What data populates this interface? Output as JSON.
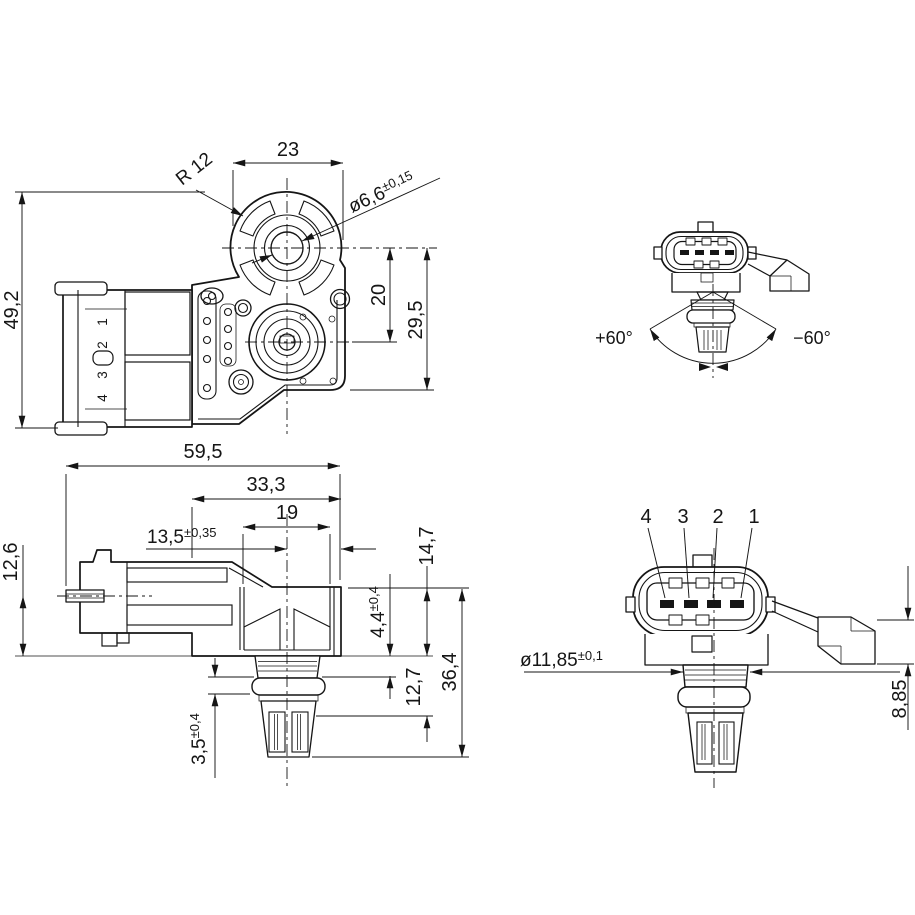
{
  "colors": {
    "ink": "#151515",
    "background": "#ffffff"
  },
  "top_view": {
    "dim_width": "23",
    "radius_label": "R 12",
    "hole_dia": "ø6,6",
    "hole_dia_tol": "±0,15",
    "dim_height": "49,2",
    "dim_hole_to_port": "20",
    "dim_hole_to_bottom": "29,5",
    "pin_labels": [
      "1",
      "2",
      "3",
      "4"
    ]
  },
  "angle_view": {
    "angle_plus": "+60°",
    "angle_minus": "−60°"
  },
  "side_view": {
    "dim_total_width": "59,5",
    "dim_body_width": "33,3",
    "dim_port_width": "19",
    "dim_center_to_edge": "13,5",
    "dim_center_to_edge_tol": "±0,35",
    "dim_connector_height": "12,6",
    "dim_flange_height": "14,7",
    "dim_collar": "4,4",
    "dim_collar_tol": "±0,4",
    "dim_insert_depth": "12,7",
    "dim_total_height": "36,4",
    "dim_oring": "3,5",
    "dim_oring_tol": "±0,4"
  },
  "front_view": {
    "pin_labels": [
      "4",
      "3",
      "2",
      "1"
    ],
    "dim_barrel_dia": "ø11,85",
    "dim_barrel_dia_tol": "±0,1",
    "dim_bracket_height": "8,85"
  }
}
